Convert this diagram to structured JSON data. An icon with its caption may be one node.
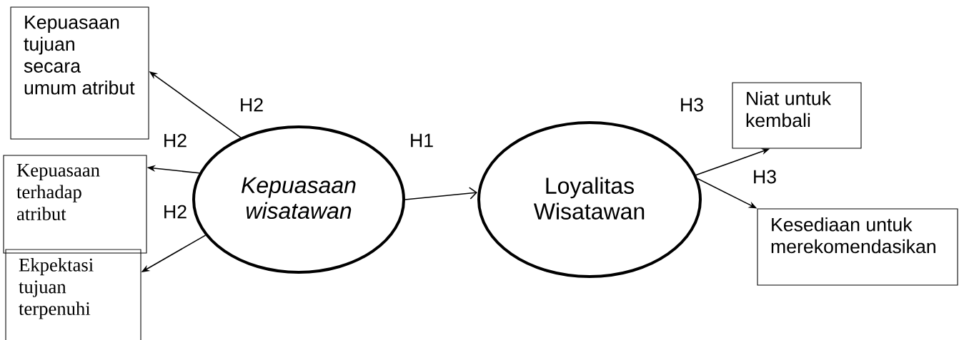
{
  "diagram": {
    "nodes": [
      {
        "text": [
          "Kepuasaan tujuan secara umum atribut"
        ]
      },
      {
        "text": [
          "Kepuasaan terhadap atribut"
        ]
      },
      {
        "text": [
          "Ekpektasi tujuan terpenuhi"
        ]
      },
      {
        "text": [
          "Kepuasaan wisatawan"
        ]
      },
      {
        "text": [
          "Loyalitas Wisatawan"
        ]
      },
      {
        "text": [
          "Niat untuk kembali"
        ]
      },
      {
        "text": [
          "Kesediaan untuk merekomendasikan"
        ]
      }
    ],
    "edges": [
      {
        "from": 3,
        "to": 0,
        "arrow": "to",
        "label": "H2"
      },
      {
        "from": 3,
        "to": 1,
        "arrow": "to",
        "label": "H2"
      },
      {
        "from": 3,
        "to": 2,
        "arrow": "to",
        "label": "H2"
      },
      {
        "from": 3,
        "to": 4,
        "arrow": "to",
        "label": "H1"
      },
      {
        "from": 4,
        "to": 5,
        "arrow": "to",
        "label": "H3"
      },
      {
        "from": 4,
        "to": 6,
        "arrow": "to",
        "label": "H3"
      }
    ]
  }
}
